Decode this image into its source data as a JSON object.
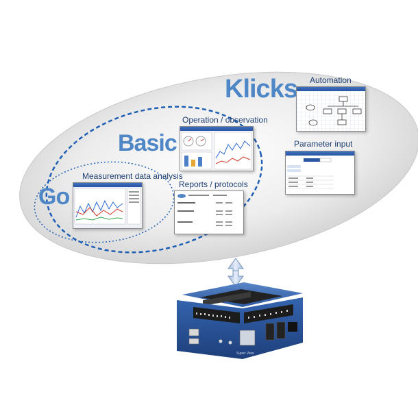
{
  "tiers": {
    "klicks": "Klicks",
    "basic": "Basic",
    "go": "Go"
  },
  "features": {
    "automation": "Automation",
    "operation": "Operation / observation",
    "parameter": "Parameter input",
    "measurement": "Measurement data analysis",
    "reports": "Reports / protocols"
  },
  "device": {
    "brand_text": "Super View"
  },
  "colors": {
    "tier_text": "#4f86c6",
    "caption_text": "#1f3f73",
    "dashed_line": "#1f5fb3",
    "device_blue": "#2d5aa0"
  }
}
